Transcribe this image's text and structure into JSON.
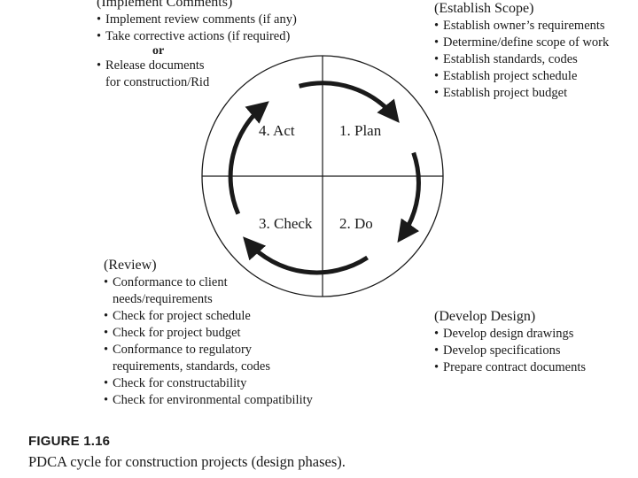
{
  "act": {
    "heading": "(Implement Comments)",
    "items": [
      "Implement review comments (if any)",
      "Take corrective actions (if required)"
    ],
    "or": "or",
    "items2": [
      "Release documents"
    ],
    "items2_cont": "for construction/Rid"
  },
  "plan": {
    "heading": "(Establish Scope)",
    "items": [
      "Establish owner’s requirements",
      "Determine/define scope of work",
      "Establish standards, codes",
      "Establish project schedule",
      "Establish project budget"
    ]
  },
  "check": {
    "heading": "(Review)",
    "items": [
      "Conformance to client",
      "needs/requirements",
      "Check for project schedule",
      "Check for project budget",
      "Conformance to regulatory",
      "requirements, standards, codes",
      "Check for constructability",
      "Check for environmental compatibility"
    ]
  },
  "do": {
    "heading": "(Develop Design)",
    "items": [
      "Develop design drawings",
      "Develop specifications",
      "Prepare contract documents"
    ]
  },
  "cycle": {
    "q1": "1. Plan",
    "q2": "2. Do",
    "q3": "3. Check",
    "q4": "4. Act"
  },
  "caption": {
    "label": "FIGURE 1.16",
    "text": "PDCA cycle for construction projects (design phases)."
  }
}
